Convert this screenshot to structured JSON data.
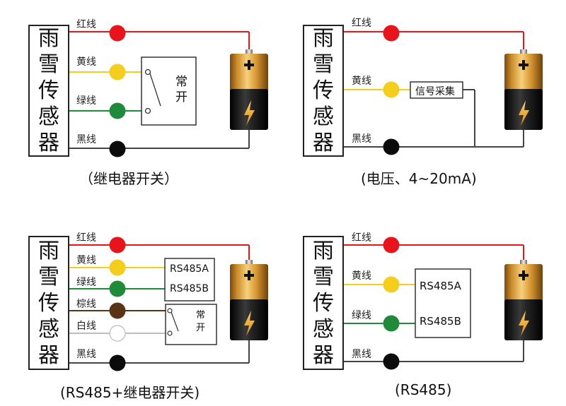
{
  "panels": [
    {
      "sensor_chars": [
        "雨",
        "雪",
        "传",
        "感",
        "器"
      ],
      "wires": [
        "红线",
        "黄线",
        "绿线",
        "黑线"
      ],
      "device": {
        "chars": [
          "常",
          "开"
        ]
      },
      "caption": "（继电器开关）"
    },
    {
      "sensor_chars": [
        "雨",
        "雪",
        "传",
        "感",
        "器"
      ],
      "wires": [
        "红线",
        "黄线",
        "黑线"
      ],
      "device": {
        "label": "信号采集"
      },
      "caption": "(电压、4~20mA)"
    },
    {
      "sensor_chars": [
        "雨",
        "雪",
        "传",
        "感",
        "器"
      ],
      "wires": [
        "红线",
        "黄线",
        "绿线",
        "棕线",
        "白线",
        "黑线"
      ],
      "device": {
        "a": "RS485A",
        "b": "RS485B",
        "chars": [
          "常",
          "开"
        ]
      },
      "caption": "(RS485+继电器开关)"
    },
    {
      "sensor_chars": [
        "雨",
        "雪",
        "传",
        "感",
        "器"
      ],
      "wires": [
        "红线",
        "黄线",
        "绿线",
        "黑线"
      ],
      "device": {
        "a": "RS485A",
        "b": "RS485B"
      },
      "caption": "(RS485)"
    }
  ],
  "colors": {
    "red": "#e8141c",
    "yellow": "#f5cd1c",
    "green": "#1e8a3a",
    "brown": "#5a3416",
    "white": "#ffffff",
    "black": "#0b0b0b",
    "wire_dark": "#444444"
  },
  "battery_icon": "battery-icon",
  "lightning_icon": "lightning-bolt-icon"
}
